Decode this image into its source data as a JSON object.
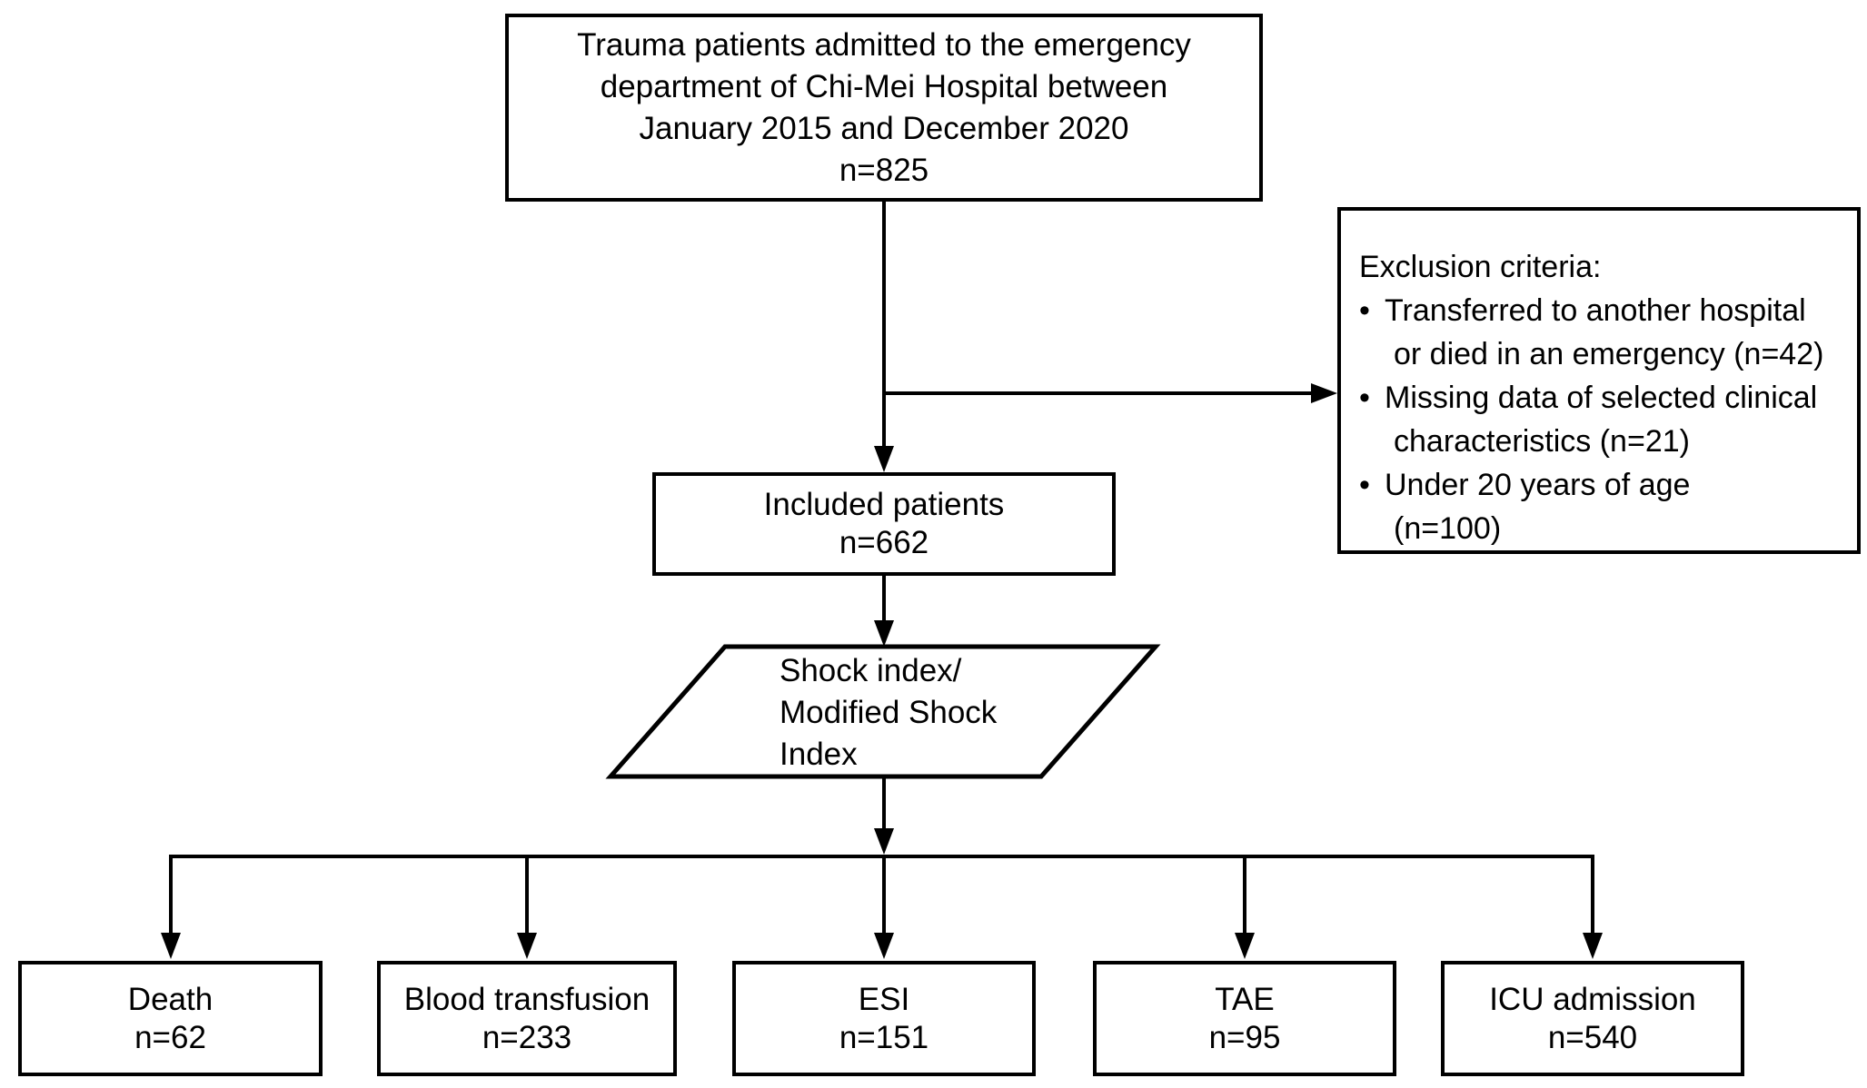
{
  "figure": {
    "background_color": "#ffffff",
    "line_color": "#000000",
    "admitted_box": {
      "lines": [
        "Trauma patients admitted to the emergency",
        "department of Chi-Mei Hospital between",
        "January 2015 and December 2020",
        "n=825"
      ]
    },
    "exclusion_box": {
      "title": "Exclusion criteria:",
      "bullet_glyph": "•",
      "items": [
        {
          "line1": "Transferred to another hospital",
          "line2": "or died in an emergency (n=42)"
        },
        {
          "line1": "Missing data of selected clinical",
          "line2": "characteristics (n=21)"
        },
        {
          "line1": "Under 20 years of age",
          "line2": "(n=100)"
        }
      ]
    },
    "included_box": {
      "lines": [
        "Included patients",
        "n=662"
      ]
    },
    "shock_index_step": {
      "lines": [
        "Shock index/",
        "Modified Shock",
        "Index"
      ]
    },
    "outcome_boxes": [
      {
        "label": "Death",
        "count": "n=62"
      },
      {
        "label": "Blood transfusion",
        "count": "n=233"
      },
      {
        "label": "ESI",
        "count": "n=151"
      },
      {
        "label": "TAE",
        "count": "n=95"
      },
      {
        "label": "ICU admission",
        "count": "n=540"
      }
    ]
  }
}
